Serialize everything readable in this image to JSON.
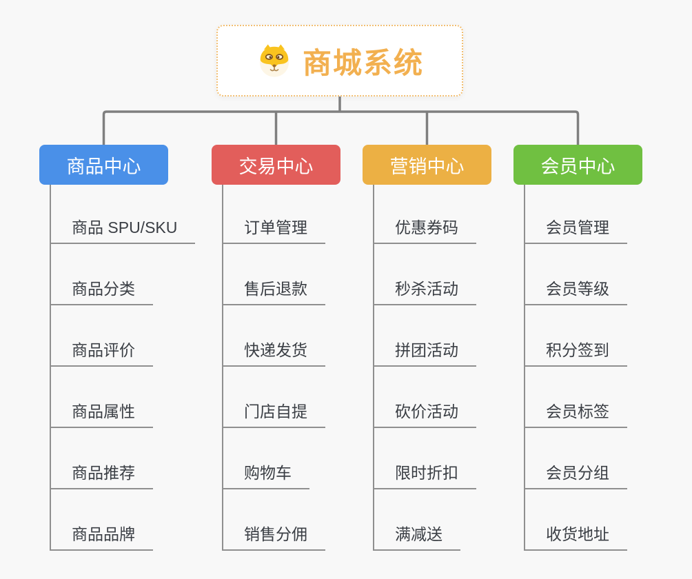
{
  "root": {
    "title": "商城系统",
    "icon": "dog-face-icon",
    "title_color": "#f2b050",
    "border_color": "#f2bf72"
  },
  "branches": [
    {
      "label": "商品中心",
      "color": "#4a90e8",
      "children": [
        "商品 SPU/SKU",
        "商品分类",
        "商品评价",
        "商品属性",
        "商品推荐",
        "商品品牌"
      ]
    },
    {
      "label": "交易中心",
      "color": "#e25e5b",
      "children": [
        "订单管理",
        "售后退款",
        "快递发货",
        "门店自提",
        "购物车",
        "销售分佣"
      ]
    },
    {
      "label": "营销中心",
      "color": "#ecb044",
      "children": [
        "优惠券码",
        "秒杀活动",
        "拼团活动",
        "砍价活动",
        "限时折扣",
        "满减送"
      ]
    },
    {
      "label": "会员中心",
      "color": "#70c041",
      "children": [
        "会员管理",
        "会员等级",
        "积分签到",
        "会员标签",
        "会员分组",
        "收货地址"
      ]
    }
  ],
  "colors": {
    "background": "#f8f8f8",
    "connector": "#7f7f7f",
    "underline": "#8f8f8f",
    "child_text": "#3a3e44"
  }
}
